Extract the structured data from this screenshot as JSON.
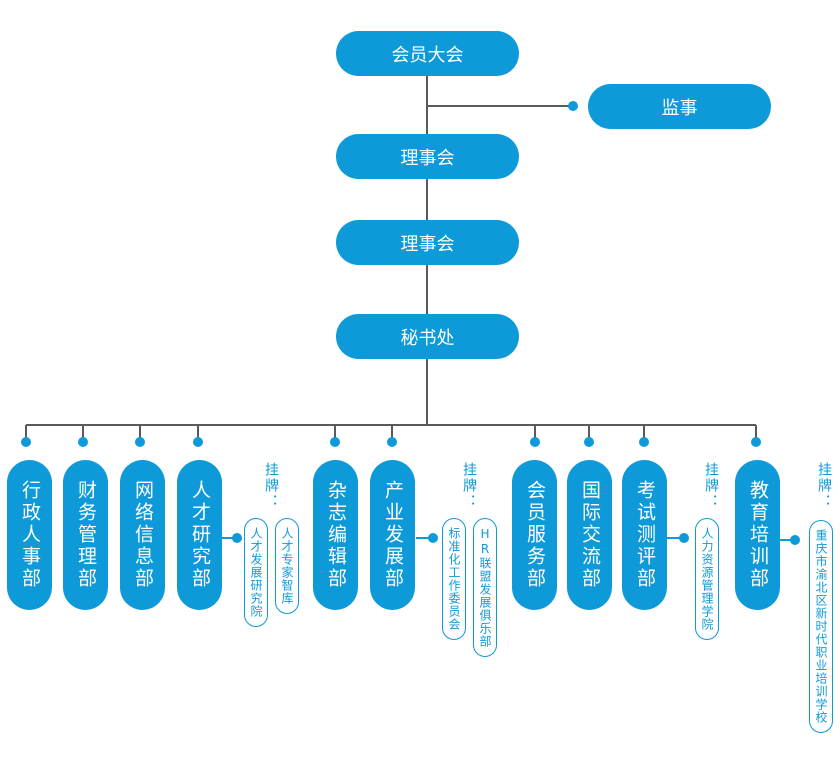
{
  "top_nodes": {
    "assembly": "会员大会",
    "supervisor": "监事",
    "council_1": "理事会",
    "council_2": "理事会",
    "secretariat": "秘书处"
  },
  "departments": [
    "行政人事部",
    "财务管理部",
    "网络信息部",
    "人才研究部",
    "杂志编辑部",
    "产业发展部",
    "会员服务部",
    "国际交流部",
    "考试测评部",
    "教育培训部"
  ],
  "affiliate_label": "挂牌：",
  "affiliates": {
    "talent": [
      "人才发展研究院",
      "人才专家智库"
    ],
    "industry": [
      "标准化工作委员会",
      "HR联盟发展俱乐部"
    ],
    "exam": [
      "人力资源管理学院"
    ],
    "education": [
      "重庆市渝北区新时代职业培训学校"
    ]
  },
  "colors": {
    "primary": "#0e9ad8",
    "line": "#5a5a5a"
  }
}
